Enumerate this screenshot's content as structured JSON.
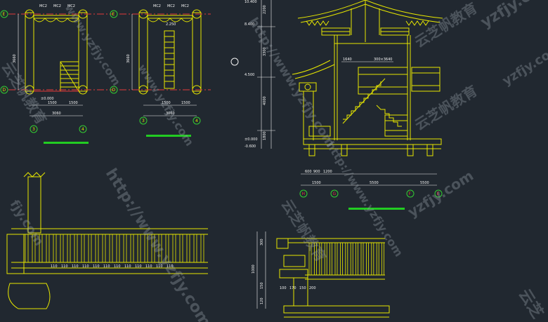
{
  "colors": {
    "background": "#212830",
    "structure": "#e6e600",
    "dimension": "#f2f2f2",
    "accent_red": "#e23a3a",
    "accent_green": "#22cc22",
    "grid_bubble": "#33cc33",
    "watermark": "#9aa3ad"
  },
  "plan_left": {
    "grid_top": "E",
    "grid_bottom": "D",
    "grid_col1": "3",
    "grid_col2": "4",
    "door_labels": [
      "MC2",
      "MC2",
      "MC2"
    ],
    "dims_bottom": [
      "1500",
      "1500"
    ],
    "dim_total": "3060",
    "dim_side": "3660",
    "elev_label": "±0.000"
  },
  "plan_right": {
    "grid_top": "E",
    "grid_bottom": "D",
    "grid_col1": "3",
    "grid_col2": "4",
    "door_labels": [
      "MC2",
      "MC2",
      "MC2"
    ],
    "elev_label": "2.250",
    "dims_bottom": [
      "1500",
      "1500"
    ],
    "dim_total": "3060",
    "dim_side": "3660"
  },
  "section": {
    "elevations": [
      "10.400",
      "8.400",
      "4.500",
      "±0.000",
      "-0.600"
    ],
    "dims_vertical": [
      "2200",
      "3300",
      "4000",
      "1800"
    ],
    "dims_bottom": [
      "600",
      "900",
      "1200",
      "5500",
      "5500"
    ],
    "dim_total_bottom": "1500",
    "note_a": "1640",
    "note_b": "300×3640",
    "grid_labels": [
      "H",
      "G",
      "F",
      "E"
    ]
  },
  "railing_detail": {
    "spacings": [
      "110",
      "110",
      "110",
      "110",
      "110",
      "110",
      "110",
      "110",
      "110",
      "110",
      "110",
      "110"
    ]
  },
  "eave_detail": {
    "dims_vertical": [
      "1000",
      "300",
      "150",
      "120"
    ],
    "dims_bottom": [
      "100",
      "170",
      "150",
      "200"
    ]
  },
  "watermarks": [
    "www.yzfjy.com",
    "http://www.yzfjy.com",
    "云芝帆教育",
    "yzfjy.com",
    "http://www.yzfjy.com",
    "云芝帆教育",
    "yzfjy.com",
    "云芝帆教育",
    "fjy.com",
    "http://www.yzfjy.com",
    "云芝帆教育",
    "云芝",
    "yzfjy.com",
    "www.yzfjy.com"
  ]
}
